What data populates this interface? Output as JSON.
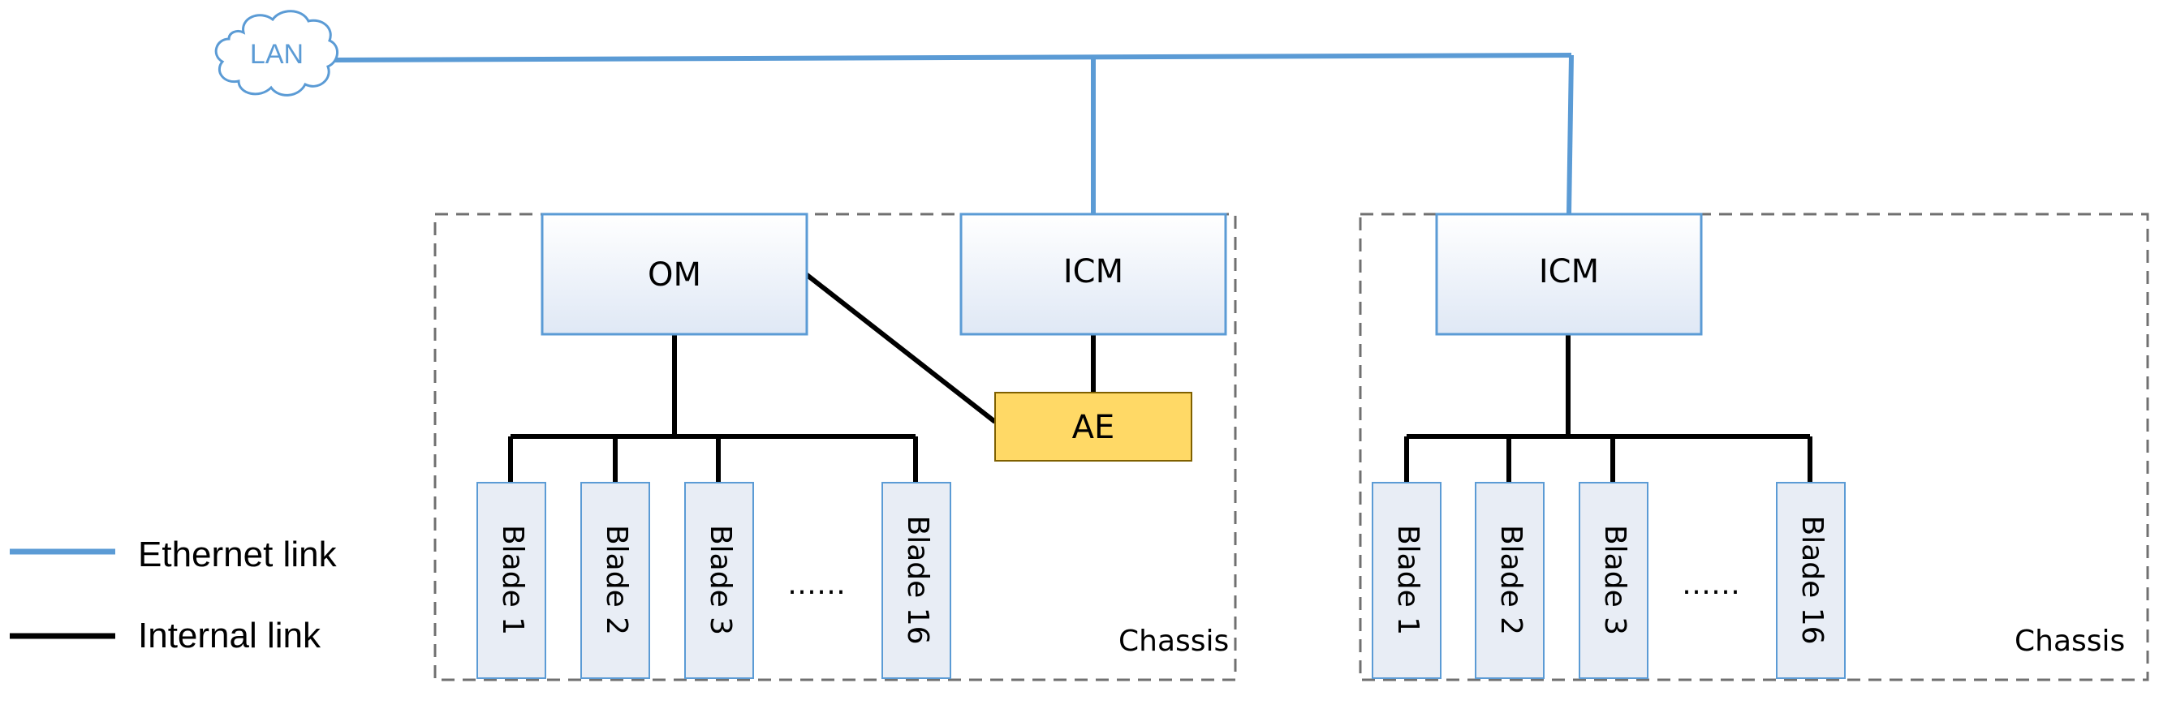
{
  "lan": {
    "label": "LAN"
  },
  "chassis_left": {
    "label": "Chassis",
    "om_label": "OM",
    "icm_label": "ICM",
    "ae_label": "AE",
    "blades": [
      "Blade 1",
      "Blade 2",
      "Blade 3",
      "Blade 16"
    ],
    "ellipsis": "……"
  },
  "chassis_right": {
    "label": "Chassis",
    "icm_label": "ICM",
    "blades": [
      "Blade 1",
      "Blade 2",
      "Blade 3",
      "Blade 16"
    ],
    "ellipsis": "……"
  },
  "legend": {
    "ethernet_label": "Ethernet link",
    "internal_label": "Internal link"
  },
  "colors": {
    "ethernet": "#5b9bd5",
    "internal": "#000000",
    "ae_fill": "#ffd966",
    "module_border": "#5b9bd5",
    "blade_fill": "#e8edf5",
    "dashed_border": "#707070"
  }
}
